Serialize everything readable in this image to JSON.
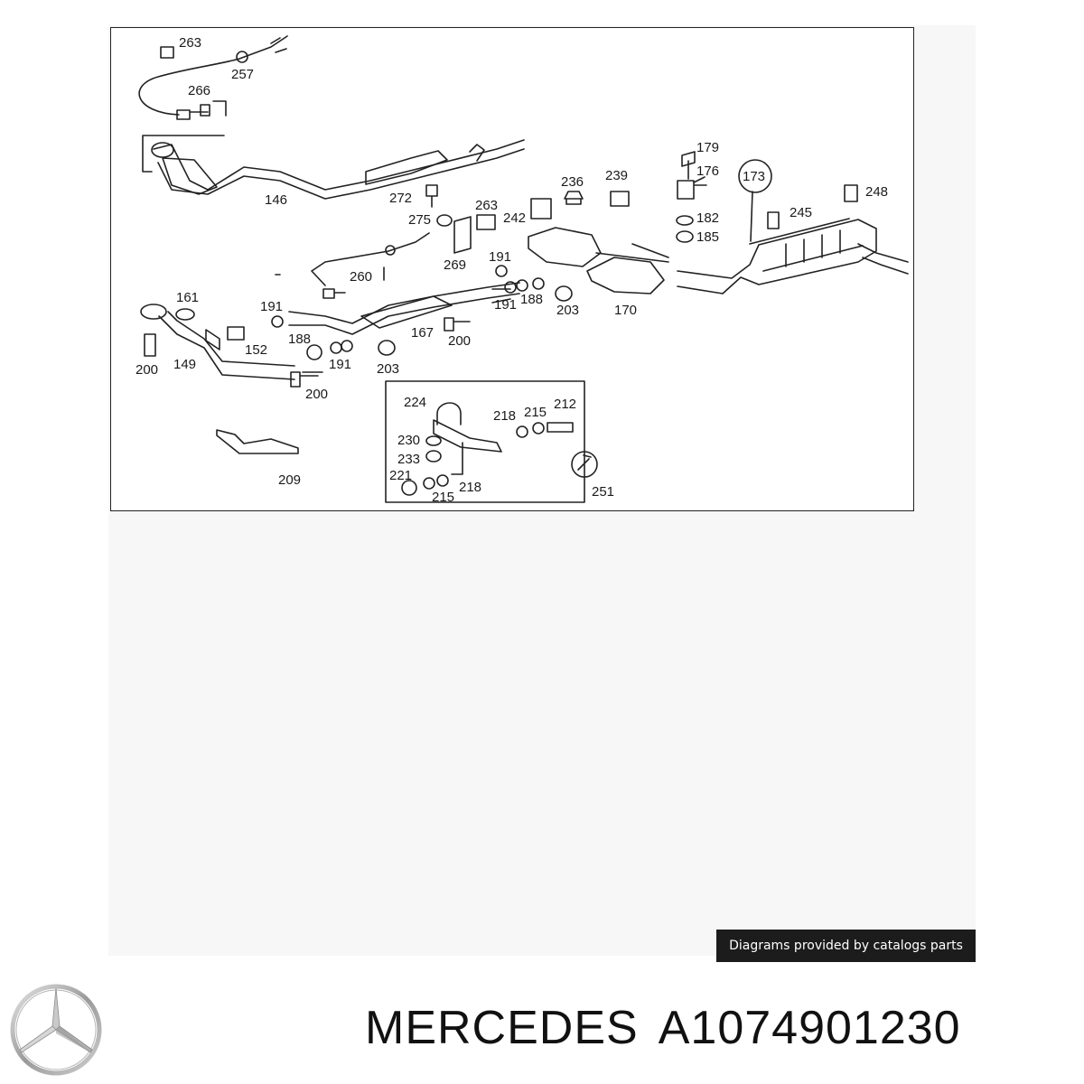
{
  "diagram": {
    "callouts": {
      "c263a": "263",
      "c257": "257",
      "c266": "266",
      "c146": "146",
      "c272": "272",
      "c275": "275",
      "c263b": "263",
      "c242": "242",
      "c236": "236",
      "c239": "239",
      "c179": "179",
      "c176": "176",
      "c173": "173",
      "c248": "248",
      "c182": "182",
      "c185": "185",
      "c245": "245",
      "c269": "269",
      "c260": "260",
      "c191a": "191",
      "c191b": "191",
      "c188a": "188",
      "c203a": "203",
      "c170": "170",
      "c161": "161",
      "c191c": "191",
      "c152": "152",
      "c188b": "188",
      "c167": "167",
      "c200a": "200",
      "c200b": "200",
      "c149": "149",
      "c191d": "191",
      "c203b": "203",
      "c200c": "200",
      "c224": "224",
      "c218a": "218",
      "c215a": "215",
      "c212": "212",
      "c230": "230",
      "c233": "233",
      "c221": "221",
      "c215b": "215",
      "c218b": "218",
      "c251": "251",
      "c209": "209"
    }
  },
  "footer": {
    "credit": "Diagrams provided by catalogs parts",
    "brand": "MERCEDES",
    "part_number": "A1074901230",
    "logo_icon": "mercedes-star-icon"
  }
}
